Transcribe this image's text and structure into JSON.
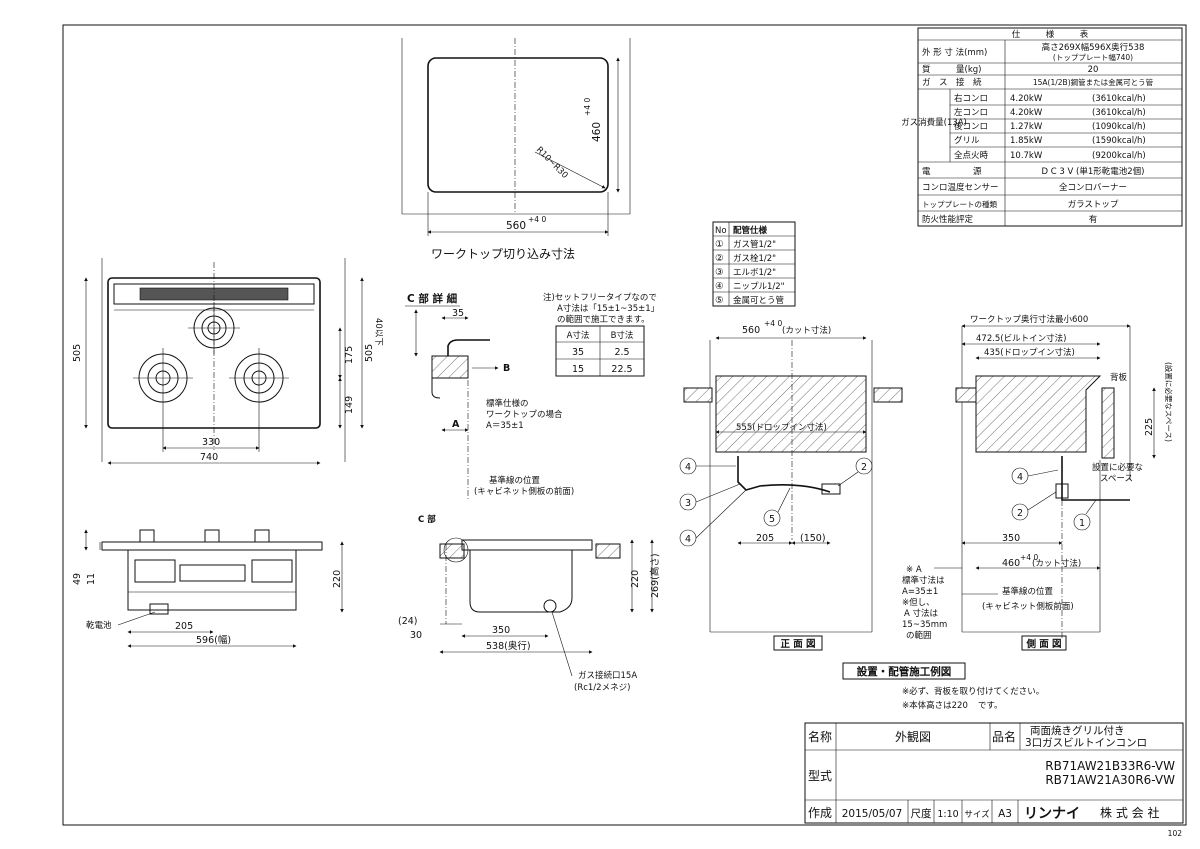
{
  "spec_table": {
    "title": "仕　　　様　　　表",
    "rows": [
      {
        "label": "外 形 寸 法(mm)",
        "value": "高さ269X幅596X奥行538",
        "value2": "(トッププレート幅740)"
      },
      {
        "label": "質　　　量(kg)",
        "value": "20"
      },
      {
        "label": "ガ　ス　接　続",
        "value": "15A(1/2B)鋼管または金属可とう管"
      }
    ],
    "gas_label": "ガス消費量(13A)",
    "gas_rows": [
      {
        "name": "右コンロ",
        "kw": "4.20kW",
        "kcal": "(3610kcal/h)"
      },
      {
        "name": "左コンロ",
        "kw": "4.20kW",
        "kcal": "(3610kcal/h)"
      },
      {
        "name": "後コンロ",
        "kw": "1.27kW",
        "kcal": "(1090kcal/h)"
      },
      {
        "name": "グリル",
        "kw": "1.85kW",
        "kcal": "(1590kcal/h)"
      },
      {
        "name": "全点火時",
        "kw": "10.7kW",
        "kcal": "(9200kcal/h)"
      }
    ],
    "rows_after": [
      {
        "label": "電　　　　　源",
        "value": "D C 3 V (単1形乾電池2個)"
      },
      {
        "label": "コンロ温度センサー",
        "value": "全コンロバーナー"
      },
      {
        "label": "トッププレートの種類",
        "value": "ガラストップ"
      },
      {
        "label": "防火性能評定",
        "value": "有"
      }
    ]
  },
  "piping_table": {
    "header_no": "No",
    "header_spec": "配管仕様",
    "rows": [
      {
        "no": "①",
        "spec": "ガス管1/2\""
      },
      {
        "no": "②",
        "spec": "ガス栓1/2\""
      },
      {
        "no": "③",
        "spec": "エルボ1/2\""
      },
      {
        "no": "④",
        "spec": "ニップル1/2\""
      },
      {
        "no": "⑤",
        "spec": "金属可とう管"
      }
    ]
  },
  "ab_table": {
    "note_line1": "注)セットフリータイプなので",
    "note_line2": "A寸法は「15±1~35±1」",
    "note_line3": "の範囲で施工できます。",
    "header_a": "A寸法",
    "header_b": "B寸法",
    "rows": [
      {
        "a": "35",
        "b": "2.5"
      },
      {
        "a": "15",
        "b": "22.5"
      }
    ]
  },
  "cutout": {
    "caption": "ワークトップ切り込み寸法",
    "radius": "R10~R30",
    "depth": "460",
    "depth_tol": "+4 0",
    "width": "560",
    "width_tol": "+4 0"
  },
  "top_view": {
    "w_total": "740",
    "w_inner": "330",
    "h_left": "505",
    "h_right": "505",
    "d175": "175",
    "d149": "149"
  },
  "front_view": {
    "d49": "49",
    "d11": "11",
    "d220": "220",
    "d205": "205",
    "width": "596(幅)",
    "battery": "乾電池"
  },
  "c_detail": {
    "title": "C 部 詳 細",
    "d35": "35",
    "d40": "40以下",
    "b": "B",
    "a": "A",
    "note1": "標準仕様の",
    "note2": "ワークトップの場合",
    "note3": "A＝35±1",
    "ref1": "基準線の位置",
    "ref2": "(キャビネット側板の前面)",
    "c_part": "C 部"
  },
  "side_view": {
    "d24": "(24)",
    "d30": "30",
    "d350": "350",
    "depth": "538(奥行)",
    "d220": "220",
    "d269": "269(高さ)",
    "gas1": "ガス接続口15A",
    "gas2": "(Rc1/2メネジ)"
  },
  "install_front": {
    "cut": "560",
    "cut_tol": "+4 0",
    "cut_label": "(カット寸法)",
    "drop": "555(ドロップイン寸法)",
    "d205": "205",
    "d150": "(150)",
    "caption": "正 面 図",
    "n1": "1",
    "n2": "2",
    "n3": "3",
    "n4": "4",
    "n5": "5"
  },
  "install_side": {
    "min600": "ワークトップ奥行寸法最小600",
    "builtin": "472.5(ビルトイン寸法)",
    "dropin": "435(ドロップイン寸法)",
    "backboard": "背板",
    "d225": "225",
    "space_v": "(設置に必要なスペース)",
    "space1": "設置に必要な",
    "space2": "スペース",
    "d350": "350",
    "cut": "460",
    "cut_tol": "+4 0",
    "cut_label": "(カット寸法)",
    "ref1": "基準線の位置",
    "ref2": "(キャビネット側板前面)",
    "caption": "側 面 図",
    "a_title": "※ A",
    "a1": "標準寸法は",
    "a2": "A=35±1",
    "a3": "※但し、",
    "a4": "A 寸法は",
    "a5": "15~35mm",
    "a6": "の範囲"
  },
  "install_notes": {
    "title": "設置・配管施工例図",
    "note1": "※必ず、背板を取り付けてください。",
    "note2": "※本体高さは220",
    "note2_tail": "です。"
  },
  "title_block": {
    "name_label": "名称",
    "name_value": "外観図",
    "product_label": "品名",
    "product_line1": "両面焼きグリル付き",
    "product_line2": "3口ガスビルトインコンロ",
    "model_label": "型式",
    "model1": "RB71AW21B33R6-VW",
    "model2": "RB71AW21A30R6-VW",
    "made_label": "作成",
    "date": "2015/05/07",
    "scale_label": "尺度",
    "scale": "1:10",
    "size_label": "サイズ",
    "size": "A3",
    "company_logo": "リンナイ",
    "company_suffix": "株 式 会 社",
    "page": "102"
  }
}
